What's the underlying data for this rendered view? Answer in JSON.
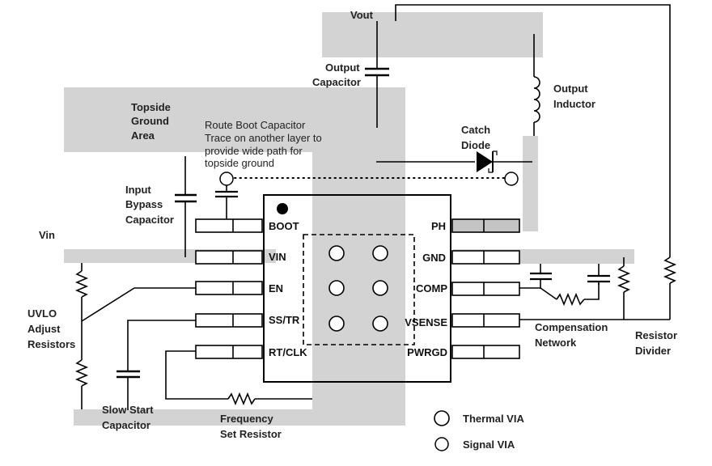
{
  "colors": {
    "copper_gray": "#d3d3d3",
    "pad_gray": "#c4c4c4",
    "line": "#000000",
    "text": "#222222"
  },
  "labels": {
    "vout": "Vout",
    "output_capacitor": [
      "Output",
      "Capacitor"
    ],
    "output_inductor": [
      "Output",
      "Inductor"
    ],
    "topside_ground": [
      "Topside",
      "Ground",
      "Area"
    ],
    "route_boot_note": [
      "Route Boot Capacitor",
      "Trace on another layer to",
      "provide wide path for",
      "topside ground"
    ],
    "catch_diode": [
      "Catch",
      "Diode"
    ],
    "input_bypass": [
      "Input",
      "Bypass",
      "Capacitor"
    ],
    "vin": "Vin",
    "uvlo": [
      "UVLO",
      "Adjust",
      "Resistors"
    ],
    "compensation": [
      "Compensation",
      "Network"
    ],
    "resistor_divider": [
      "Resistor",
      "Divider"
    ],
    "slow_start": [
      "Slow Start",
      "Capacitor"
    ],
    "frequency_set": [
      "Frequency",
      "Set Resistor"
    ]
  },
  "pins": {
    "left": [
      "BOOT",
      "VIN",
      "EN",
      "SS/TR",
      "RT/CLK"
    ],
    "right": [
      "PH",
      "GND",
      "COMP",
      "VSENSE",
      "PWRGD"
    ]
  },
  "legend": {
    "thermal_via": "Thermal VIA",
    "signal_via": "Signal VIA"
  }
}
